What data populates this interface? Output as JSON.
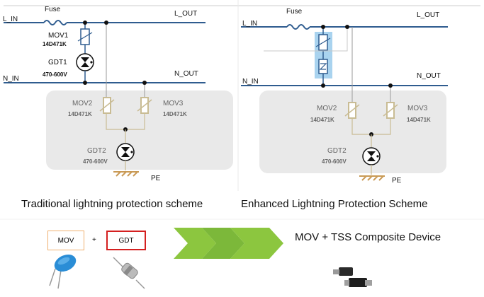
{
  "left_scheme": {
    "l_in": "L_IN",
    "l_out": "L_OUT",
    "n_in": "N_IN",
    "n_out": "N_OUT",
    "fuse": "Fuse",
    "mov1": "MOV1",
    "mov1_part": "14D471K",
    "gdt1": "GDT1",
    "gdt1_rating": "470-600V",
    "mov2": "MOV2",
    "mov2_part": "14D471K",
    "mov3": "MOV3",
    "mov3_part": "14D471K",
    "gdt2": "GDT2",
    "gdt2_rating": "470-600V",
    "pe": "PE",
    "caption": "Traditional lightning protection scheme"
  },
  "right_scheme": {
    "l_in": "L_IN",
    "l_out": "L_OUT",
    "n_in": "N_IN",
    "n_out": "N_OUT",
    "fuse": "Fuse",
    "mov2": "MOV2",
    "mov2_part": "14D471K",
    "mov3": "MOV3",
    "mov3_part": "14D471K",
    "gdt2": "GDT2",
    "gdt2_rating": "470-600V",
    "pe": "PE",
    "caption": "Enhanced Lightning Protection Scheme"
  },
  "legend": {
    "mov_label": "MOV",
    "plus": "+",
    "gdt_label": "GDT",
    "composite_label": "MOV + TSS Composite Device"
  },
  "colors": {
    "wire_blue": "#2f5c8f",
    "wire_grey": "#9a9a9a",
    "component": "#c9bc94",
    "panel": "#e9e9e9",
    "highlight": "#a9d3ef",
    "arrow_green": "#8cc63f",
    "mov_box_border": "#f0b070",
    "gdt_box_border": "#d42020",
    "mov_disc": "#2a8dd6"
  }
}
